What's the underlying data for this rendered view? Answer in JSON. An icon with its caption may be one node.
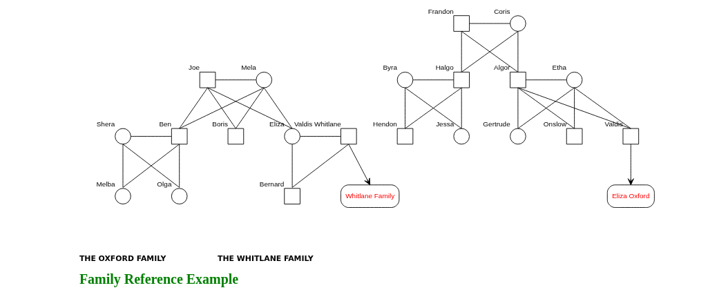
{
  "diagram": {
    "caption": "Family Reference Example",
    "nodes": [
      {
        "text": [],
        "shape": "box",
        "beside": [
          "Joe"
        ]
      },
      {
        "text": [],
        "shape": "circle",
        "beside": [
          "Mela"
        ]
      },
      {
        "text": [
          "Whitlane Family"
        ]
      },
      {
        "text": [],
        "shape": "circle",
        "beside": [
          "Shera"
        ]
      },
      {
        "text": [],
        "shape": "box",
        "beside": [
          "Ben"
        ]
      },
      {
        "text": [],
        "shape": "box",
        "beside": [
          "Boris"
        ]
      },
      {
        "text": [],
        "shape": "circle",
        "beside": [
          "Eliza"
        ]
      },
      {
        "text": [],
        "shape": "box",
        "beside": [
          "Valdis Whitlane"
        ]
      },
      {
        "text": [],
        "shape": "circle",
        "beside": [
          "Melba"
        ]
      },
      {
        "text": [],
        "shape": "circle",
        "beside": [
          "Olga"
        ]
      },
      {
        "text": [],
        "shape": "box",
        "beside": [
          "Bernard"
        ]
      },
      {
        "text": [],
        "shape": "box",
        "beside": [
          "Frandon"
        ]
      },
      {
        "text": [],
        "shape": "circle",
        "beside": [
          "Coris"
        ]
      },
      {
        "text": [],
        "shape": "circle",
        "beside": [
          "Byra"
        ]
      },
      {
        "text": [],
        "shape": "box",
        "beside": [
          "Halgo"
        ]
      },
      {
        "text": [],
        "shape": "box",
        "beside": [
          "Algor"
        ]
      },
      {
        "text": [],
        "shape": "circle",
        "beside": [
          "Etha"
        ]
      },
      {
        "text": [],
        "shape": "circle",
        "beside": [
          "Jessa"
        ]
      },
      {
        "text": [],
        "shape": "box",
        "beside": [
          "Hendon"
        ]
      },
      {
        "text": [],
        "shape": "circle",
        "beside": [
          "Gertrude"
        ]
      },
      {
        "text": [],
        "shape": "box",
        "beside": [
          "Onslow"
        ]
      },
      {
        "text": [],
        "shape": "box",
        "beside": [
          "Valdis"
        ]
      },
      {
        "text": [
          "Eliza Oxford"
        ]
      }
    ],
    "edges": [
      {
        "from": 0,
        "to": 1,
        "arrow": "none"
      },
      {
        "from": 0,
        "to": 4,
        "arrow": "none"
      },
      {
        "from": 0,
        "to": 5,
        "arrow": "none"
      },
      {
        "from": 0,
        "to": 6,
        "arrow": "none"
      },
      {
        "from": 1,
        "to": 4,
        "arrow": "none"
      },
      {
        "from": 1,
        "to": 5,
        "arrow": "none"
      },
      {
        "from": 1,
        "to": 6,
        "arrow": "none"
      },
      {
        "from": 7,
        "to": 2,
        "arrow": "to"
      },
      {
        "from": 3,
        "to": 4,
        "arrow": "none"
      },
      {
        "from": 3,
        "to": 8,
        "arrow": "none"
      },
      {
        "from": 3,
        "to": 9,
        "arrow": "none"
      },
      {
        "from": 4,
        "to": 8,
        "arrow": "none"
      },
      {
        "from": 4,
        "to": 9,
        "arrow": "none"
      },
      {
        "from": 6,
        "to": 7,
        "arrow": "none"
      },
      {
        "from": 6,
        "to": 10,
        "arrow": "none"
      },
      {
        "from": 7,
        "to": 10,
        "arrow": "none"
      },
      {
        "from": 11,
        "to": 12,
        "arrow": "none"
      },
      {
        "from": 11,
        "to": 14,
        "arrow": "none"
      },
      {
        "from": 11,
        "to": 15,
        "arrow": "none"
      },
      {
        "from": 12,
        "to": 14,
        "arrow": "none"
      },
      {
        "from": 12,
        "to": 15,
        "arrow": "none"
      },
      {
        "from": 13,
        "to": 14,
        "arrow": "none"
      },
      {
        "from": 13,
        "to": 17,
        "arrow": "none"
      },
      {
        "from": 13,
        "to": 18,
        "arrow": "none"
      },
      {
        "from": 14,
        "to": 17,
        "arrow": "none"
      },
      {
        "from": 14,
        "to": 18,
        "arrow": "none"
      },
      {
        "from": 15,
        "to": 16,
        "arrow": "none"
      },
      {
        "from": 15,
        "to": 19,
        "arrow": "none"
      },
      {
        "from": 15,
        "to": 20,
        "arrow": "none"
      },
      {
        "from": 15,
        "to": 21,
        "arrow": "none"
      },
      {
        "from": 16,
        "to": 19,
        "arrow": "none"
      },
      {
        "from": 16,
        "to": 20,
        "arrow": "none"
      },
      {
        "from": 16,
        "to": 21,
        "arrow": "none"
      },
      {
        "from": 21,
        "to": 22,
        "arrow": "to"
      }
    ],
    "labels": [
      "THE OXFORD FAMILY",
      "THE WHITLANE FAMILY"
    ]
  }
}
